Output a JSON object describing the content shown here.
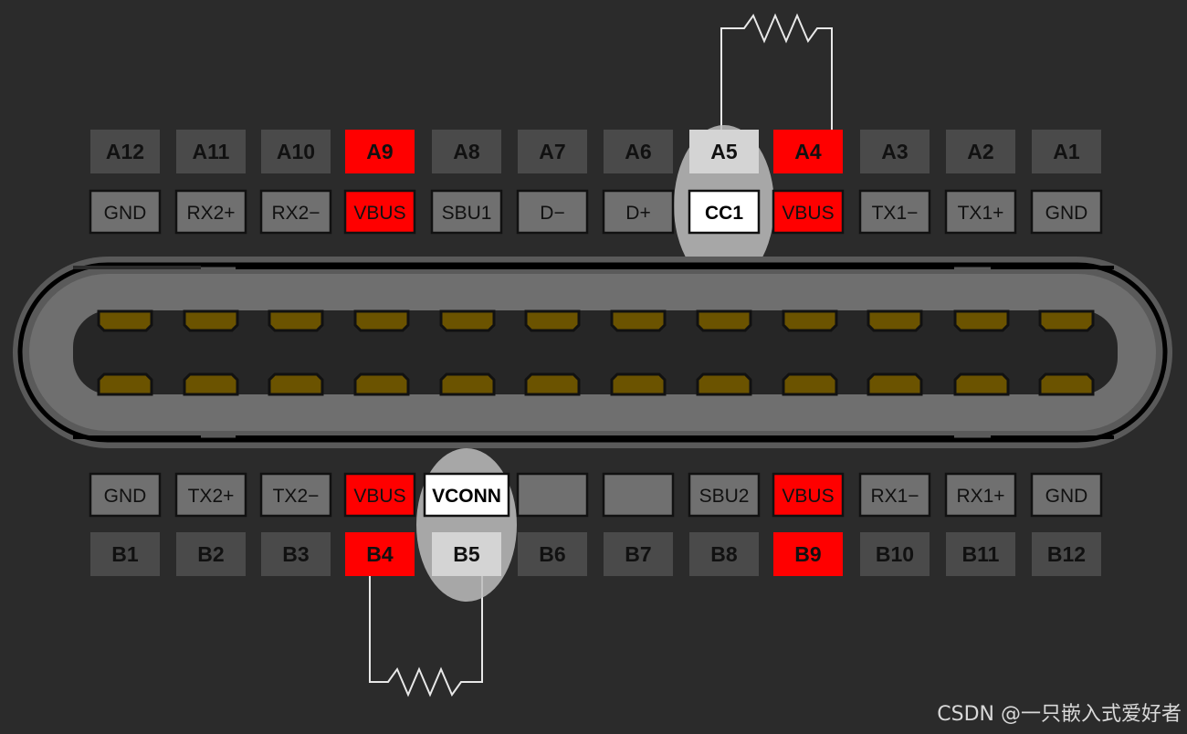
{
  "top_row": {
    "numbers": [
      "A12",
      "A11",
      "A10",
      "A9",
      "A8",
      "A7",
      "A6",
      "A5",
      "A4",
      "A3",
      "A2",
      "A1"
    ],
    "signals": [
      "GND",
      "RX2+",
      "RX2−",
      "VBUS",
      "SBU1",
      "D−",
      "D+",
      "CC1",
      "VBUS",
      "TX1−",
      "TX1+",
      "GND"
    ]
  },
  "bottom_row": {
    "numbers": [
      "B1",
      "B2",
      "B3",
      "B4",
      "B5",
      "B6",
      "B7",
      "B8",
      "B9",
      "B10",
      "B11",
      "B12"
    ],
    "signals": [
      "GND",
      "TX2+",
      "TX2−",
      "VBUS",
      "VCONN",
      "",
      "",
      "SBU2",
      "VBUS",
      "RX1−",
      "RX1+",
      "GND"
    ]
  },
  "colors": {
    "vbus": "#ff0000",
    "highlight": "#ffffff",
    "pad": "#6b5300",
    "background": "#2b2b2b"
  },
  "watermark": "CSDN @一只嵌入式爱好者"
}
